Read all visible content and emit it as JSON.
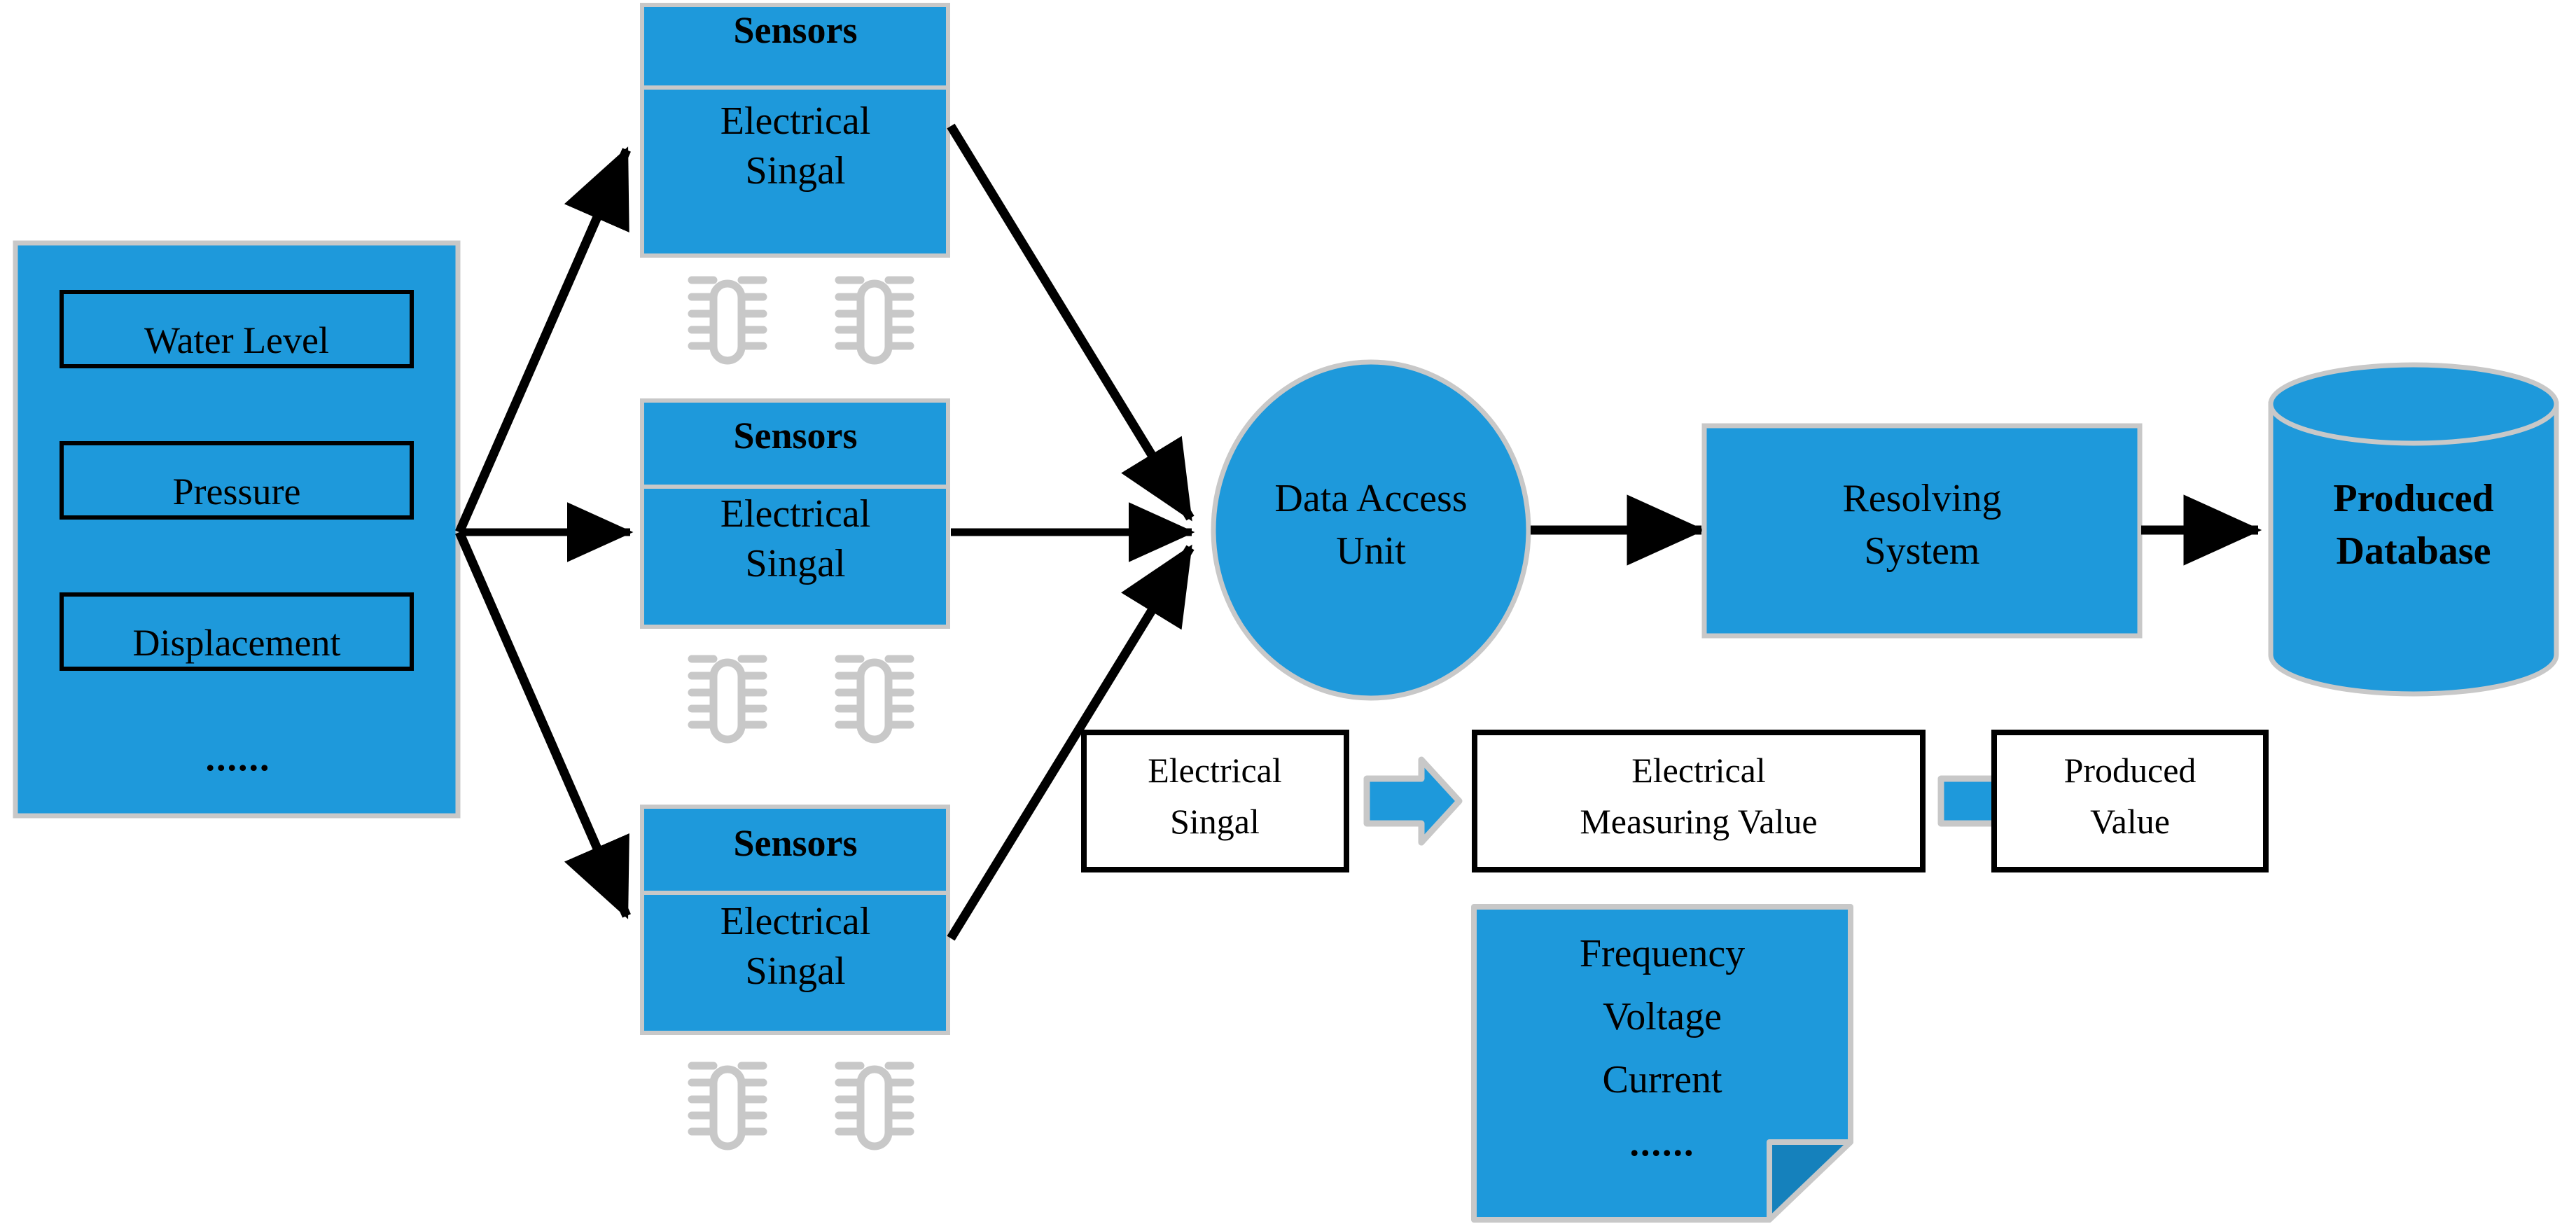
{
  "colors": {
    "accent_blue": "#1E99DB",
    "accent_blue_dark": "#1581BC",
    "shape_border_gray": "#C8C8C8",
    "icon_gray": "#C8C8C8",
    "line_black": "#000000",
    "box_white": "#FFFFFF"
  },
  "source_panel": {
    "name": "measurement-sources",
    "items": [
      {
        "label": "Water Level"
      },
      {
        "label": "Pressure"
      },
      {
        "label": "Displacement"
      }
    ],
    "ellipsis": "......"
  },
  "sensors": [
    {
      "header": "Sensors",
      "line1": "Electrical",
      "line2": "Singal",
      "chip_count": 2
    },
    {
      "header": "Sensors",
      "line1": "Electrical",
      "line2": "Singal",
      "chip_count": 2
    },
    {
      "header": "Sensors",
      "line1": "Electrical",
      "line2": "Singal",
      "chip_count": 2
    }
  ],
  "pipeline": {
    "data_access_unit": {
      "line1": "Data Access",
      "line2": "Unit"
    },
    "resolving_system": {
      "line1": "Resolving",
      "line2": "System"
    },
    "produced_database": {
      "line1": "Produced",
      "line2": "Database"
    }
  },
  "value_flow": {
    "steps": [
      {
        "line1": "Electrical",
        "line2": "Singal"
      },
      {
        "line1": "Electrical",
        "line2": "Measuring Value"
      },
      {
        "line1": "Produced",
        "line2": "Value"
      }
    ]
  },
  "note": {
    "lines": [
      "Frequency",
      "Voltage",
      "Current"
    ],
    "ellipsis": "......"
  },
  "icons": {
    "chip": "chip-icon",
    "arrow_black": "arrow-right-icon",
    "arrow_block": "block-arrow-right-icon"
  }
}
